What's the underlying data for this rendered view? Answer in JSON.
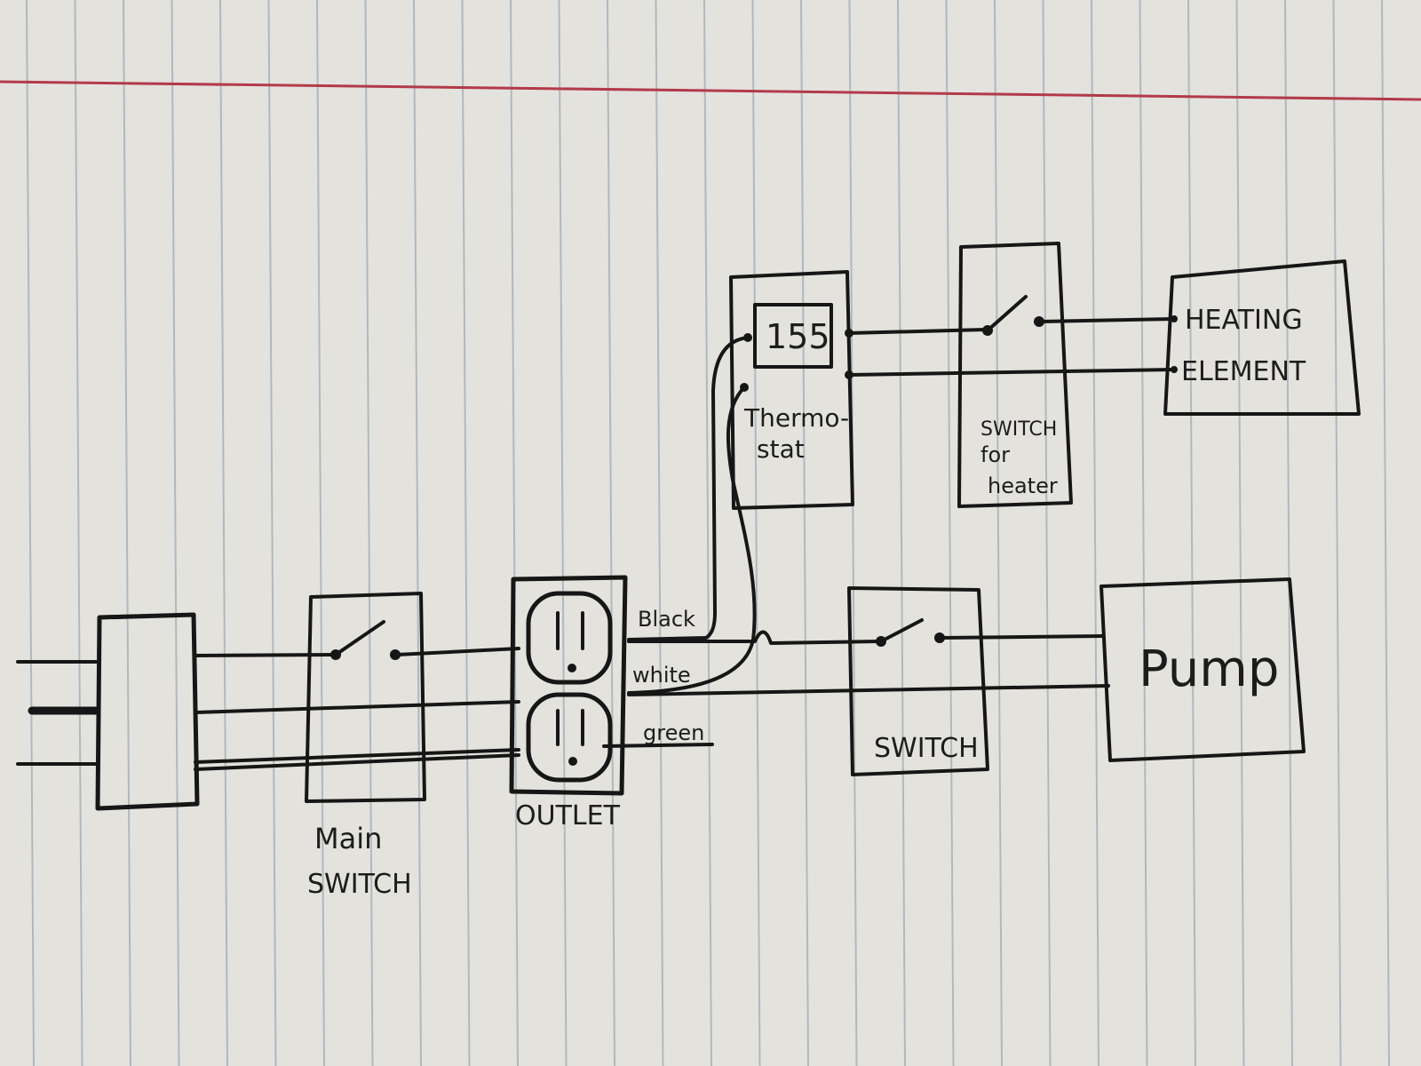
{
  "paper": {
    "background": "#e4e2dd",
    "rule_color": "#aeb9be",
    "margin_color": "#b23a4a",
    "ink_color": "#161616"
  },
  "labels": {
    "thermostat_display": "155",
    "thermostat": [
      "Thermo-",
      "stat"
    ],
    "switch_for_heater": [
      "SWITCH",
      "for",
      "heater"
    ],
    "heating_element": [
      "HEATING",
      "ELEMENT"
    ],
    "wire_black": "Black",
    "wire_white": "white",
    "wire_green": "green",
    "pump_switch": "SWITCH",
    "pump": "Pump",
    "outlet": "OUTLET",
    "main_switch": [
      "Main",
      "SWITCH"
    ]
  }
}
